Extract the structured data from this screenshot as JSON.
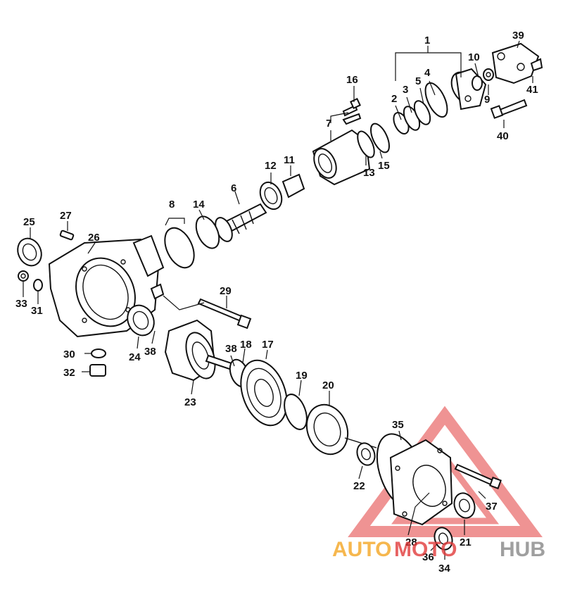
{
  "callouts": {
    "c1": "1",
    "c2": "2",
    "c3": "3",
    "c4": "4",
    "c5": "5",
    "c6": "6",
    "c7": "7",
    "c8": "8",
    "c9": "9",
    "c10": "10",
    "c11": "11",
    "c12": "12",
    "c13": "13",
    "c14": "14",
    "c15": "15",
    "c16": "16",
    "c17": "17",
    "c18": "18",
    "c19": "19",
    "c20": "20",
    "c21": "21",
    "c22": "22",
    "c23": "23",
    "c24": "24",
    "c25": "25",
    "c26": "26",
    "c27": "27",
    "c28": "28",
    "c29": "29",
    "c30": "30",
    "c31": "31",
    "c32": "32",
    "c33": "33",
    "c34": "34",
    "c35": "35",
    "c36": "36",
    "c37": "37",
    "c38a": "38",
    "c38b": "38",
    "c39": "39",
    "c40": "40",
    "c41": "41"
  },
  "watermark": {
    "part1": "AUTO",
    "part2": "MOTO",
    "part3": "HUB",
    "colors": {
      "orange": "#f5a623",
      "red": "#e23b3b",
      "grey": "#888888"
    }
  }
}
